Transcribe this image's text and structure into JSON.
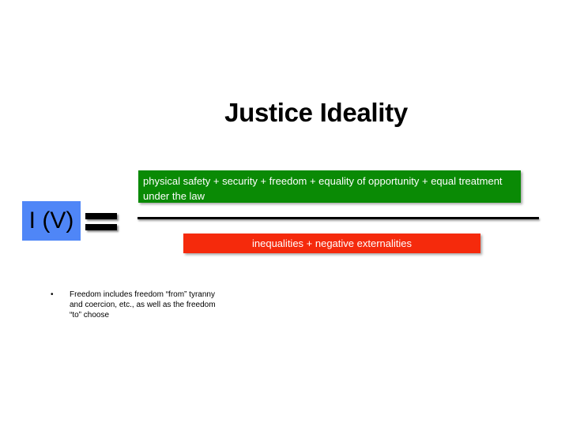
{
  "slide": {
    "title": "Justice Ideality",
    "lhs_label": "I (V)",
    "numerator": "physical safety + security + freedom + equality of opportunity + equal treatment under the law",
    "denominator": "inequalities + negative externalities",
    "bullet_marker": "•",
    "bullet_text": "Freedom includes freedom “from” tyranny and coercion, etc., as well as the freedom “to” choose"
  },
  "colors": {
    "lhs_box": "#4f86f7",
    "numerator_box": "#0a8a05",
    "denominator_box": "#f52a0c"
  }
}
